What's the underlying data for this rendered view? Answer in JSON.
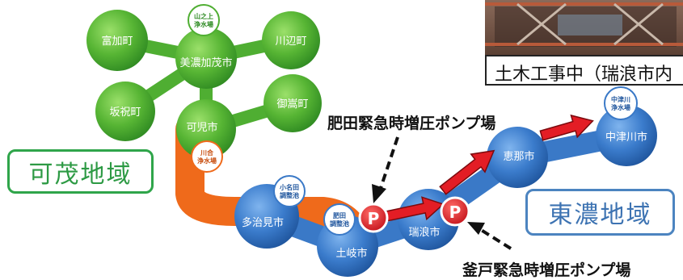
{
  "regions": {
    "kamo": "可茂地域",
    "tono": "東濃地域"
  },
  "cities": {
    "tomika": "富加町",
    "minokamo": "美濃加茂市",
    "kawabe": "川辺町",
    "sakahogi": "坂祝町",
    "kani": "可児市",
    "mitake": "御嵩町",
    "tajimi": "多治見市",
    "toki": "土岐市",
    "mizunami": "瑞浪市",
    "ena": "恵那市",
    "nakatsugawa": "中津川市"
  },
  "facilities": {
    "yamanoue": [
      "山之上",
      "浄水場"
    ],
    "kawai": [
      "川合",
      "浄水場"
    ],
    "konada": [
      "小名田",
      "調整池"
    ],
    "hida": [
      "肥田",
      "調整池"
    ],
    "nakatsugawa_plant": [
      "中津川",
      "浄水場"
    ]
  },
  "pump_marker": "P",
  "callouts": {
    "hida_pump": "肥田緊急時増圧ポンプ場",
    "kamado_pump": "釜戸緊急時増圧ポンプ場"
  },
  "photo_caption": "土木工事中（瑞浪市内",
  "colors": {
    "kamo_green": "#5cb83a",
    "tono_blue": "#3a79c7",
    "pipe_orange": "#ef6a1b",
    "pump_red": "#e31d25"
  }
}
